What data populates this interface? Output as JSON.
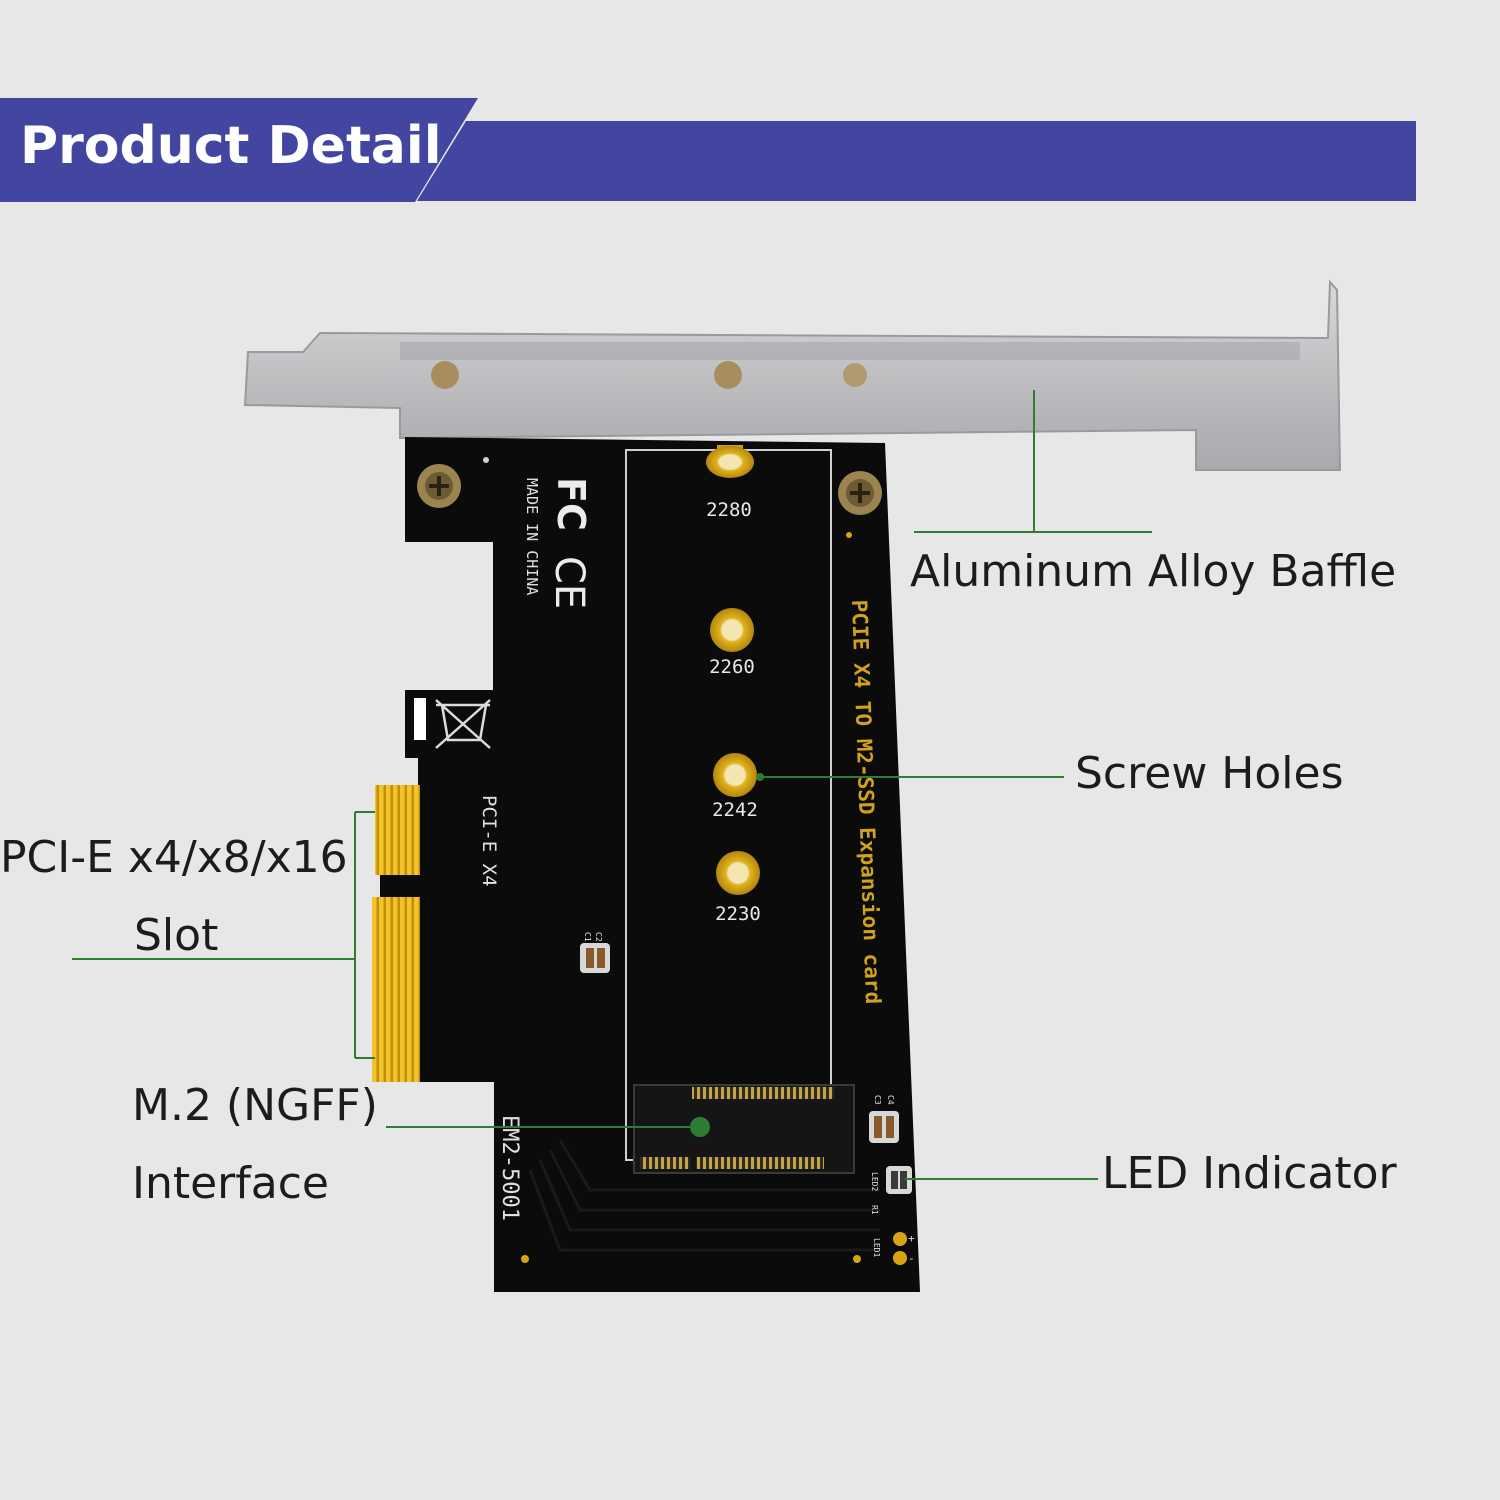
{
  "banner": {
    "title": "Product Detail",
    "color": "#4346a1"
  },
  "callouts": {
    "baffle": "Aluminum Alloy Baffle",
    "screw_holes": "Screw Holes",
    "pcie_slot_line1": "PCI-E x4/x8/x16",
    "pcie_slot_line2": "Slot",
    "m2_line1": "M.2 (NGFF)",
    "m2_line2": "Interface",
    "led": "LED Indicator"
  },
  "board": {
    "hole_labels": [
      "2280",
      "2260",
      "2242",
      "2230"
    ],
    "side_print": "PCIE X4 TO M2-SSD Expansion card",
    "bus_print": "PCI-E X4",
    "model_print": "EM2-5001",
    "origin_print": "MADE IN CHINA",
    "cert_marks": [
      "FC",
      "CE"
    ],
    "led_labels": [
      "LED2",
      "R1",
      "LED1",
      "+",
      "-"
    ],
    "cap_labels": [
      "C1",
      "C2",
      "C3",
      "C4"
    ]
  },
  "colors": {
    "leader_line": "#2e7d32",
    "pcb": "#0b0b0b",
    "gold": "#d7a514",
    "bracket": "#c9c9cb"
  }
}
